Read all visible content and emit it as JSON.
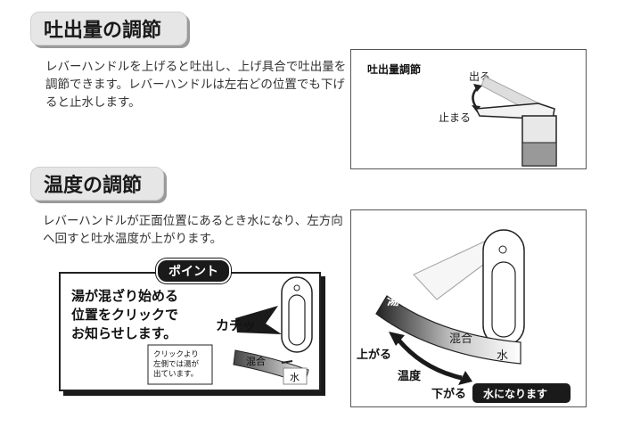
{
  "sections": {
    "flow": {
      "heading": "吐出量の調節",
      "body": "レバーハンドルを上げると吐出し、上げ具合で吐出量を調節できます。レバーハンドルは左右どの位置でも下げると止水します。",
      "diagram": {
        "label": "吐出量調節",
        "up_label": "出る",
        "down_label": "止まる"
      }
    },
    "temperature": {
      "heading": "温度の調節",
      "body": "レバーハンドルが正面位置にあるとき水になり、左方向へ回すと吐水温度が上がります。",
      "point": {
        "badge": "ポイント",
        "message_lines": [
          "湯が混ざり始める",
          "位置をクリックで",
          "お知らせします。"
        ],
        "click_label": "カチッ",
        "note_lines": [
          "クリックより",
          "左側では湯が",
          "出ています。"
        ],
        "mix_label": "混合",
        "water_label": "水"
      },
      "diagram": {
        "hot_label": "湯",
        "mix_label": "混合",
        "water_label": "水",
        "rise_label": "上がる",
        "temp_label": "温度",
        "fall_label": "下がる",
        "result_label": "水になります"
      }
    }
  }
}
